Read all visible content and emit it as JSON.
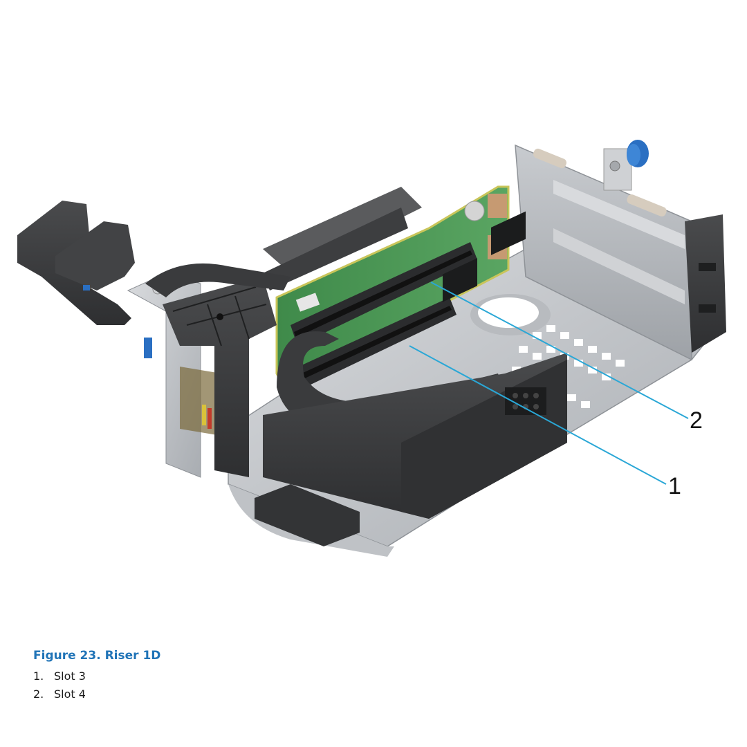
{
  "figure": {
    "title": "Figure 23. Riser 1D",
    "subject": "riser-1d-cage-illustration",
    "callouts": [
      {
        "number": "1",
        "label": "Slot 3"
      },
      {
        "number": "2",
        "label": "Slot 4"
      }
    ],
    "callout_color": "#2aa7d6",
    "title_color": "#1f73b7"
  },
  "legend": [
    {
      "number": "1.",
      "label": "Slot 3"
    },
    {
      "number": "2.",
      "label": "Slot 4"
    }
  ]
}
